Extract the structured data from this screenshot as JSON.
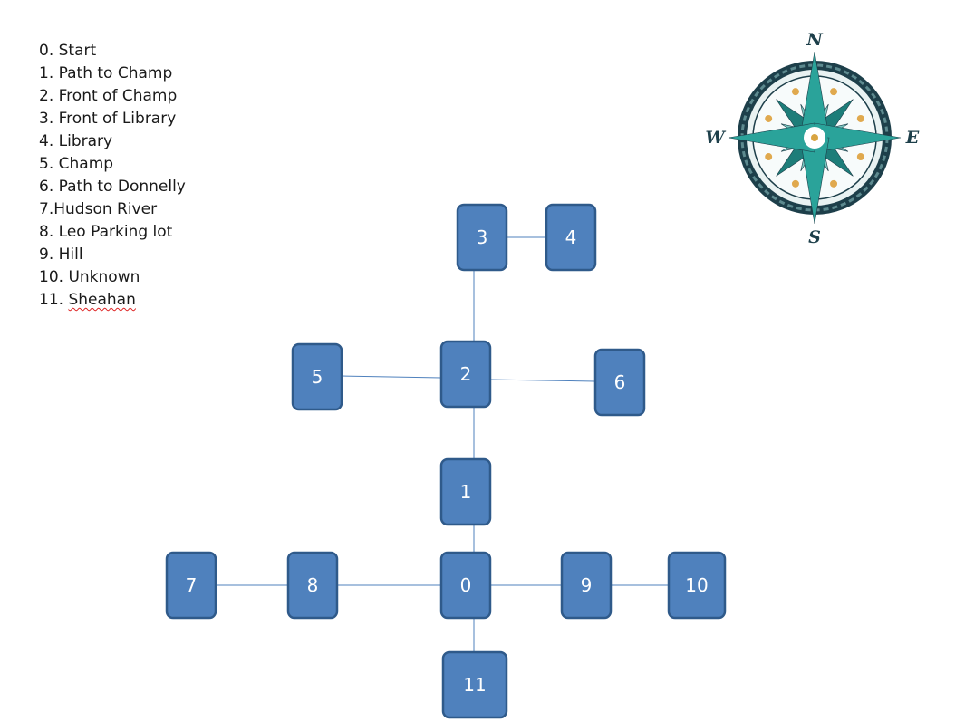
{
  "legend": [
    {
      "num": "0.",
      "label": "Start"
    },
    {
      "num": "1.",
      "label": "Path to Champ"
    },
    {
      "num": "2.",
      "label": "Front of Champ"
    },
    {
      "num": "3.",
      "label": "Front of Library"
    },
    {
      "num": "4.",
      "label": "Library"
    },
    {
      "num": "5.",
      "label": "Champ"
    },
    {
      "num": "6.",
      "label": "Path to Donnelly"
    },
    {
      "num": "7.",
      "label": "Hudson River"
    },
    {
      "num": "8.",
      "label": "Leo Parking lot"
    },
    {
      "num": "9.",
      "label": "Hill"
    },
    {
      "num": "10.",
      "label": "Unknown"
    },
    {
      "num": "11.",
      "label": "Sheahan"
    }
  ],
  "nodes": [
    "0",
    "1",
    "2",
    "3",
    "4",
    "5",
    "6",
    "7",
    "8",
    "9",
    "10",
    "11"
  ],
  "edges": [
    [
      "0",
      "1"
    ],
    [
      "1",
      "2"
    ],
    [
      "2",
      "3"
    ],
    [
      "3",
      "4"
    ],
    [
      "2",
      "5"
    ],
    [
      "2",
      "6"
    ],
    [
      "0",
      "8"
    ],
    [
      "8",
      "7"
    ],
    [
      "0",
      "9"
    ],
    [
      "9",
      "10"
    ],
    [
      "0",
      "11"
    ]
  ],
  "compass": {
    "north": "N",
    "south": "S",
    "east": "E",
    "west": "W"
  },
  "colors": {
    "node_fill": "#4f81bd",
    "node_border": "#2f5a8a",
    "edge": "#4f81bd",
    "compass_teal": "#2aa39a",
    "compass_dark": "#1d3f4a"
  }
}
